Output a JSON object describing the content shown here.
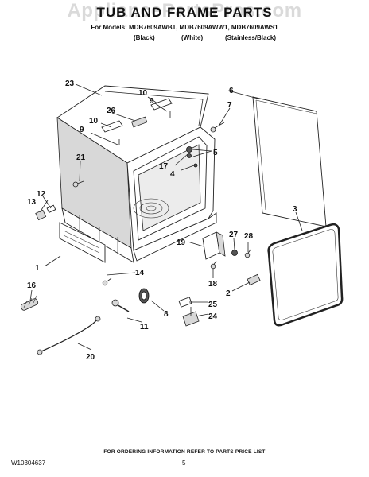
{
  "watermark": "AppliancePartsPros.com",
  "title": "TUB AND FRAME PARTS",
  "models_line": "For Models: MDB7609AWB1, MDB7609AWW1, MDB7609AWS1",
  "variants": [
    "(Black)",
    "(White)",
    "(Stainless/Black)"
  ],
  "callouts": {
    "c1": "1",
    "c2": "2",
    "c3": "3",
    "c4": "4",
    "c5": "5",
    "c6": "6",
    "c7": "7",
    "c8": "8",
    "c9": "9",
    "c10": "10",
    "c11": "11",
    "c12": "12",
    "c13": "13",
    "c14": "14",
    "c16": "16",
    "c17": "17",
    "c18": "18",
    "c19": "19",
    "c20": "20",
    "c21": "21",
    "c23": "23",
    "c24": "24",
    "c25": "25",
    "c26": "26",
    "c27": "27",
    "c28": "28"
  },
  "footer": "FOR ORDERING INFORMATION REFER TO PARTS PRICE LIST",
  "document_number": "W10304637",
  "page_number": "5"
}
